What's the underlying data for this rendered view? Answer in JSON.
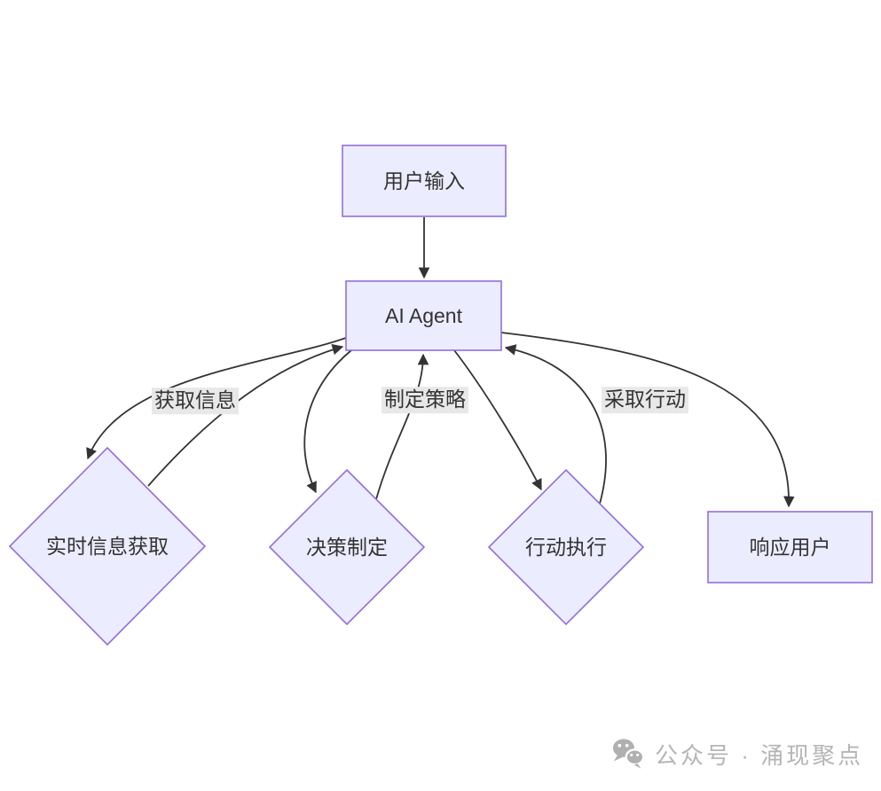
{
  "diagram": {
    "type": "flowchart",
    "nodes": {
      "user_input": {
        "label": "用户输入",
        "shape": "rect"
      },
      "ai_agent": {
        "label": "AI Agent",
        "shape": "rect"
      },
      "realtime_info": {
        "label": "实时信息获取",
        "shape": "diamond"
      },
      "decision_making": {
        "label": "决策制定",
        "shape": "diamond"
      },
      "action_execution": {
        "label": "行动执行",
        "shape": "diamond"
      },
      "respond_user": {
        "label": "响应用户",
        "shape": "rect"
      }
    },
    "edges": [
      {
        "from": "user_input",
        "to": "ai_agent",
        "label": ""
      },
      {
        "from": "ai_agent",
        "to": "realtime_info",
        "label": "获取信息"
      },
      {
        "from": "realtime_info",
        "to": "ai_agent",
        "label": ""
      },
      {
        "from": "ai_agent",
        "to": "decision_making",
        "label": "制定策略"
      },
      {
        "from": "decision_making",
        "to": "ai_agent",
        "label": ""
      },
      {
        "from": "ai_agent",
        "to": "action_execution",
        "label": "采取行动"
      },
      {
        "from": "action_execution",
        "to": "ai_agent",
        "label": ""
      },
      {
        "from": "ai_agent",
        "to": "respond_user",
        "label": ""
      }
    ],
    "colors": {
      "node_fill": "#ECECFF",
      "node_border": "#9370DB",
      "edge_stroke": "#333333",
      "edge_label_bg": "#e8e8e8",
      "text": "#333333"
    }
  },
  "watermark": {
    "icon": "wechat-icon",
    "text": "公众号 · 涌现聚点",
    "color": "#b5b5b5"
  }
}
